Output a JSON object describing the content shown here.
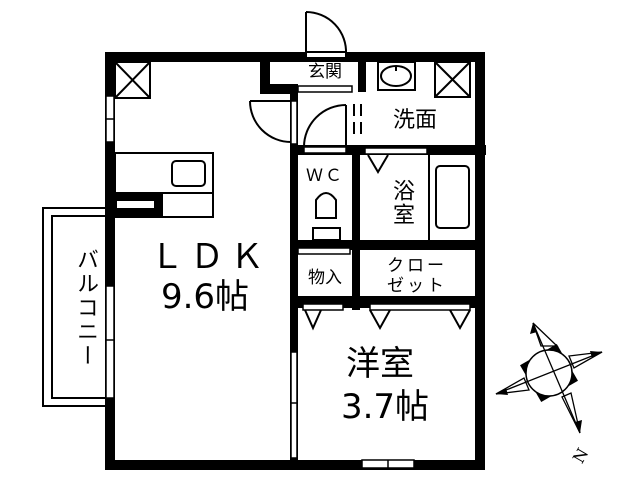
{
  "floor_plan": {
    "rooms": {
      "ldk": {
        "name": "ＬＤＫ",
        "size": "9.6帖"
      },
      "western_room": {
        "name": "洋室",
        "size": "3.7帖"
      },
      "entrance": {
        "name": "玄関"
      },
      "washroom": {
        "name": "洗面"
      },
      "toilet": {
        "name": "ＷＣ"
      },
      "bathroom": {
        "name": "浴室"
      },
      "storage": {
        "name": "物入"
      },
      "closet": {
        "line1": "クロー",
        "line2": "ゼット"
      },
      "balcony": {
        "name": "バルコニー"
      }
    },
    "compass": {
      "north_label": "N"
    },
    "colors": {
      "wall": "#000000",
      "background": "#ffffff"
    }
  }
}
